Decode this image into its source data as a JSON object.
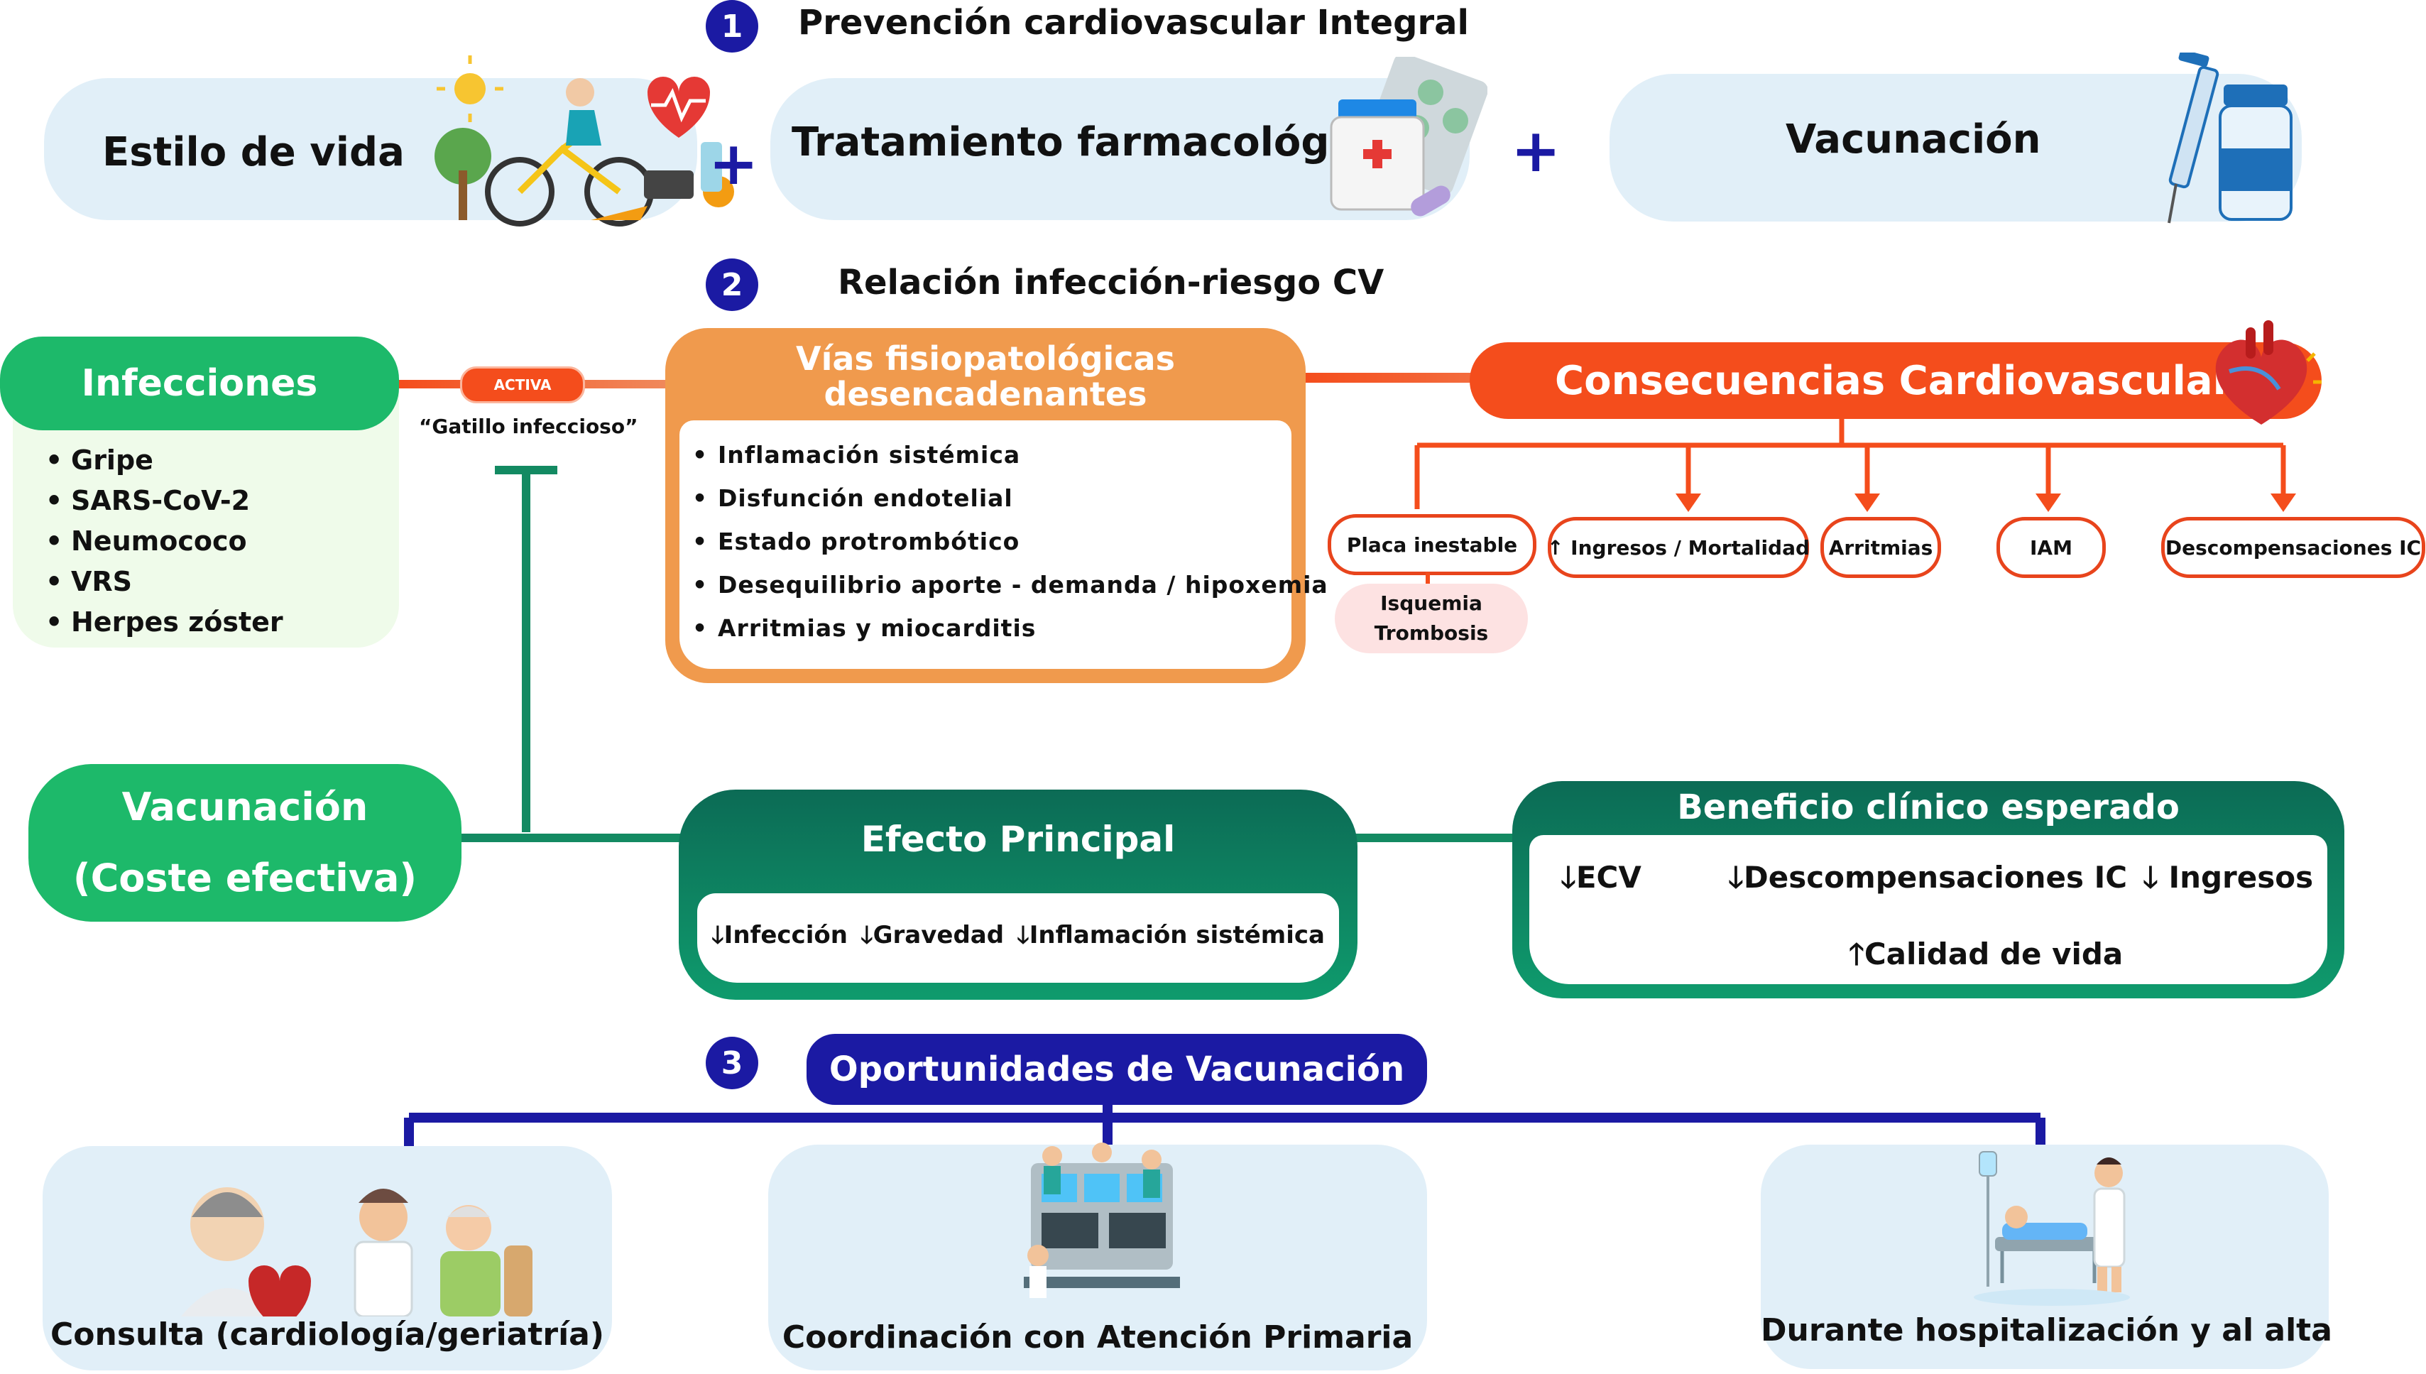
{
  "section1": {
    "number": "1",
    "title": "Prevención cardiovascular Integral",
    "items": [
      {
        "label": "Estilo de vida"
      },
      {
        "label": "Tratamiento farmacológico"
      },
      {
        "label": "Vacunación"
      }
    ],
    "plus": "+"
  },
  "section2": {
    "number": "2",
    "title": "Relación infección-riesgo CV",
    "infecciones": {
      "title": "Infecciones",
      "items": [
        "Gripe",
        "SARS-CoV-2",
        "Neumococo",
        "VRS",
        "Herpes zóster"
      ]
    },
    "activa_badge": "ACTIVA",
    "gatillo": "“Gatillo infeccioso”",
    "vias": {
      "title_line1": "Vías fisiopatológicas",
      "title_line2": "desencadenantes",
      "items": [
        "Inflamación sistémica",
        "Disfunción endotelial",
        "Estado protrombótico",
        "Desequilibrio aporte - demanda / hipoxemia",
        "Arritmias y miocarditis"
      ]
    },
    "consecuencias": {
      "title": "Consecuencias Cardiovasculares",
      "items": [
        "Placa inestable",
        "↑ Ingresos / Mortalidad",
        "Arritmias",
        "IAM",
        "Descompensaciones IC"
      ],
      "sub_line1": "Isquemia",
      "sub_line2": "Trombosis"
    },
    "vacunacion": {
      "line1": "Vacunación",
      "line2": "(Coste efectiva)"
    },
    "efecto": {
      "title": "Efecto Principal",
      "items": [
        "🡓Infección",
        "🡓Gravedad",
        "🡓Inflamación sistémica"
      ]
    },
    "beneficio": {
      "title": "Beneficio clínico esperado",
      "ecv": "🡓ECV",
      "ic": "🡓Descompensaciones IC",
      "ingresos": "🡓 Ingresos",
      "calidad": "🡑Calidad de vida"
    }
  },
  "section3": {
    "number": "3",
    "title": "Oportunidades de Vacunación",
    "items": [
      {
        "label": "Consulta (cardiología/geriatría)"
      },
      {
        "label": "Coordinación con Atención Primaria"
      },
      {
        "label": "Durante hospitalización y al alta"
      }
    ]
  },
  "colors": {
    "navy": "#1b1aa3",
    "green": "#1db96a",
    "dark_green": "#0c6b55",
    "orange": "#f09a4d",
    "red": "#f44d1c",
    "pale_blue": "#e1eff8"
  }
}
